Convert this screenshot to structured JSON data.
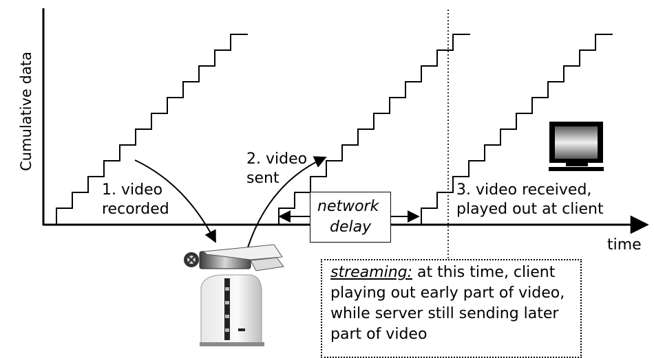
{
  "diagram": {
    "y_axis_label": "Cumulative data",
    "x_axis_label": "time",
    "step1_label_line1": "1.  video",
    "step1_label_line2": "recorded",
    "step2_label_line1": "2. video",
    "step2_label_line2": "sent",
    "step3_label_line1": "3. video received,",
    "step3_label_line2": "played out at client",
    "network_delay_line1": "network",
    "network_delay_line2": "delay",
    "streaming_term": "streaming:",
    "streaming_text_line1": " at this time, client",
    "streaming_text_line2": "playing out early part of video,",
    "streaming_text_line3": "while server still sending later",
    "streaming_text_line4": "part of video"
  },
  "staircases": [
    {
      "name": "recorded",
      "steps": 12
    },
    {
      "name": "sent",
      "steps": 12
    },
    {
      "name": "received",
      "steps": 12
    }
  ],
  "colors": {
    "line": "#000000",
    "background": "#ffffff"
  },
  "icons": [
    "camera-icon",
    "server-icon",
    "monitor-icon"
  ]
}
